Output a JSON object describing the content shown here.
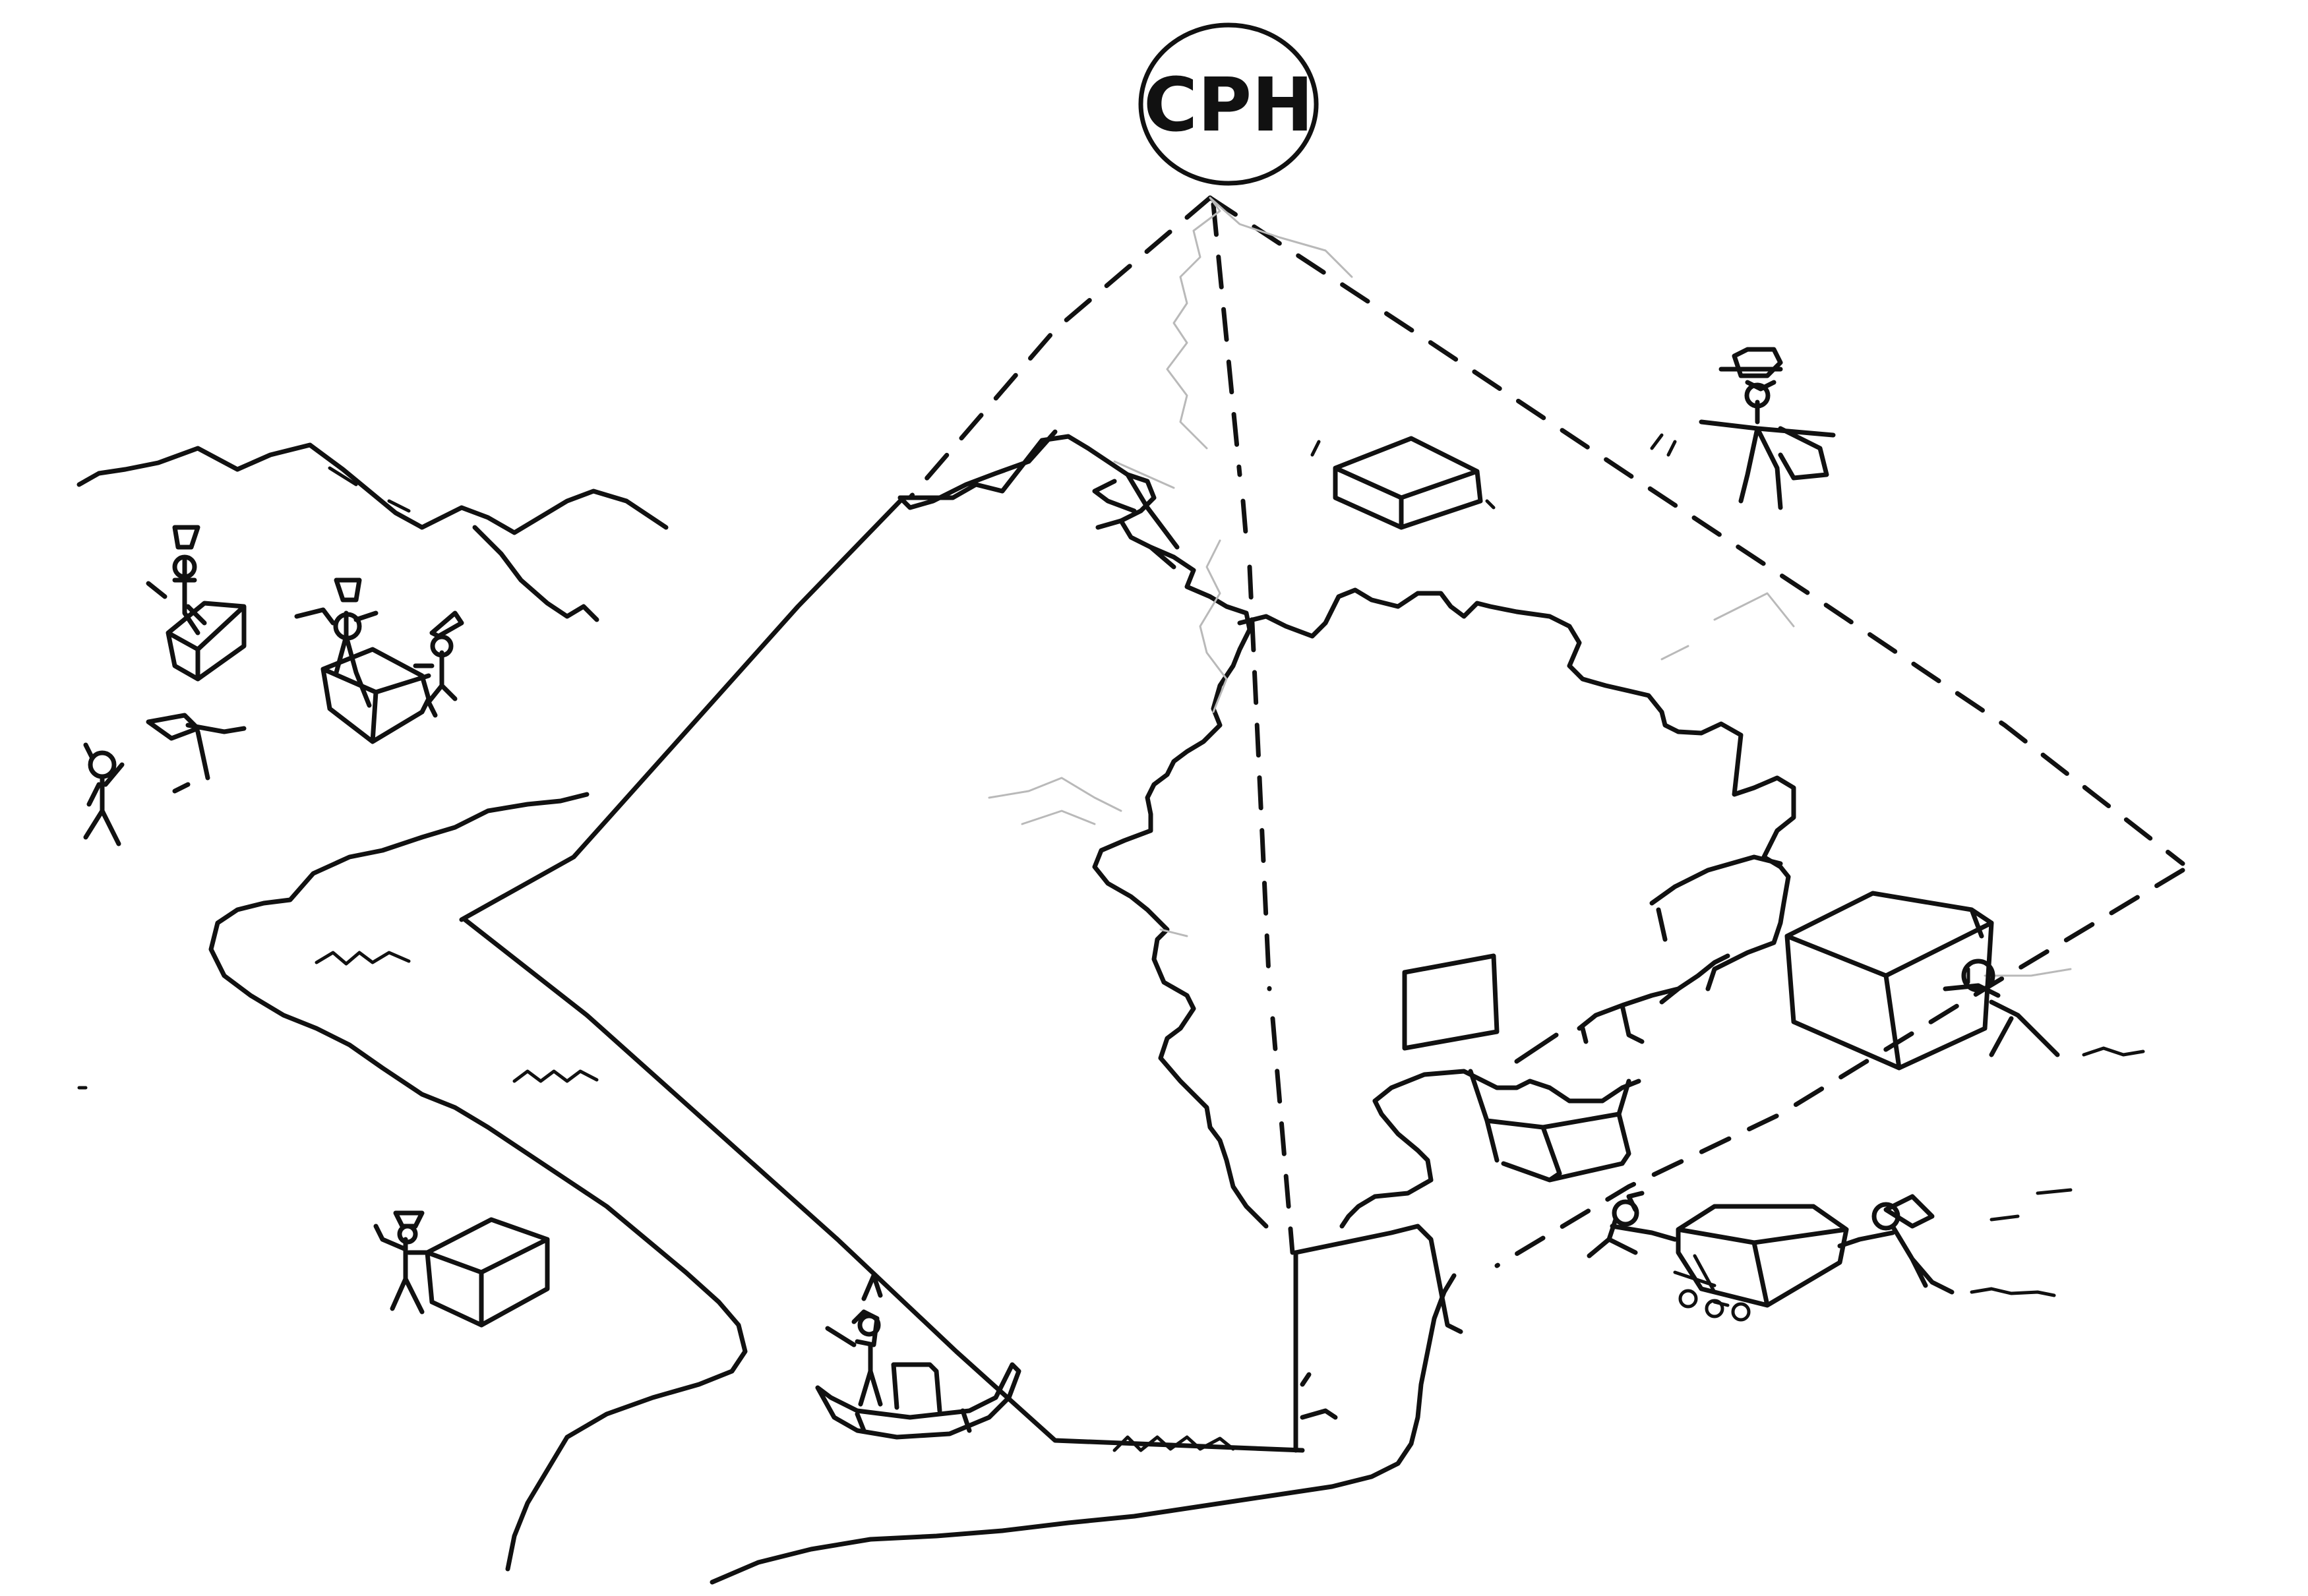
{
  "apex_label": {
    "text": "CPH"
  },
  "colors": {
    "ink": "#111111",
    "pencil": "#b9b9b9",
    "paper": "#ffffff"
  },
  "elements": {
    "figures": [
      "worker-with-block",
      "worker-pushing-block",
      "cart-puller",
      "lying-worker",
      "waving-worker",
      "boat-rower",
      "flying-caped-figure",
      "block-hauler",
      "sled-pullers"
    ],
    "icons": [
      "mountain-icon",
      "river-icon",
      "pyramid-icon",
      "boat-icon",
      "stone-block-icon",
      "wave-icon"
    ]
  }
}
